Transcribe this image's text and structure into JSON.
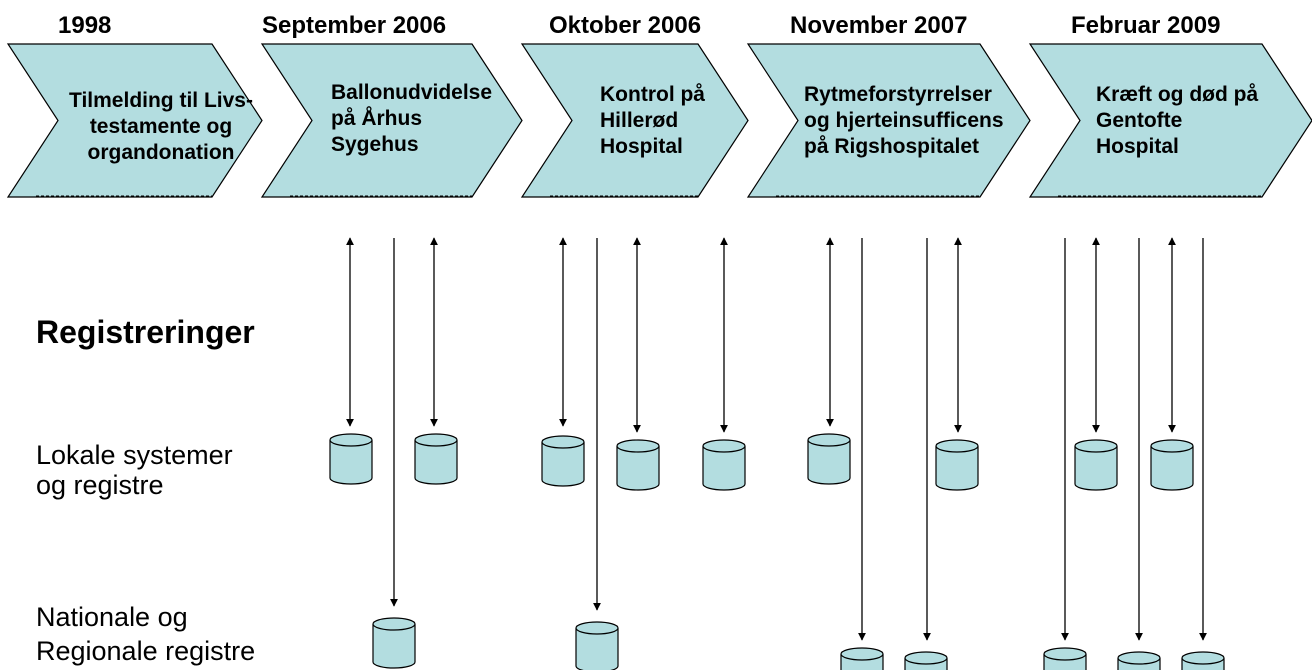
{
  "timeline": [
    {
      "date": "1998",
      "text": "Tilmelding til Livs-\ntestamente og\norgandonation"
    },
    {
      "date": "September 2006",
      "text": "Ballonudvidelse\npå Århus\nSygehus"
    },
    {
      "date": "Oktober 2006",
      "text": "Kontrol på\nHillerød\nHospital"
    },
    {
      "date": "November 2007",
      "text": "Rytmeforstyrrelser\nog hjerteinsufficens\npå Rigshospitalet"
    },
    {
      "date": "Februar 2009",
      "text": "Kræft og død på\nGentofte\nHospital"
    }
  ],
  "labels": {
    "title": "Registreringer",
    "local": "Lokale systemer\nog registre",
    "national": "Nationale og\nRegionale registre"
  },
  "colors": {
    "chevron_fill": "#b3dde0",
    "cylinder_fill": "#b3dde0",
    "stroke": "#000000"
  },
  "icons": {
    "local_record": "database-cylinder-icon",
    "national_record": "database-cylinder-icon",
    "two_way_exchange": "double-arrow-icon",
    "one_way_report": "down-arrow-icon"
  }
}
